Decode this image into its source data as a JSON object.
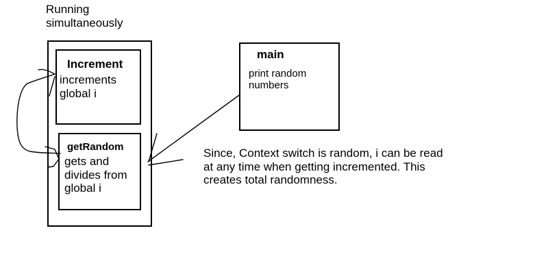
{
  "diagram": {
    "caption": "Running\nsimultaneously",
    "increment": {
      "title": "Increment",
      "body": "increments\nglobal i"
    },
    "get_random": {
      "title": "getRandom",
      "body": "gets and\ndivides from\nglobal i"
    },
    "main": {
      "title": "main",
      "body": "print random\nnumbers"
    },
    "note": "Since, Context switch is random, i can be read\nat any time when getting incremented. This\ncreates total randomness."
  }
}
